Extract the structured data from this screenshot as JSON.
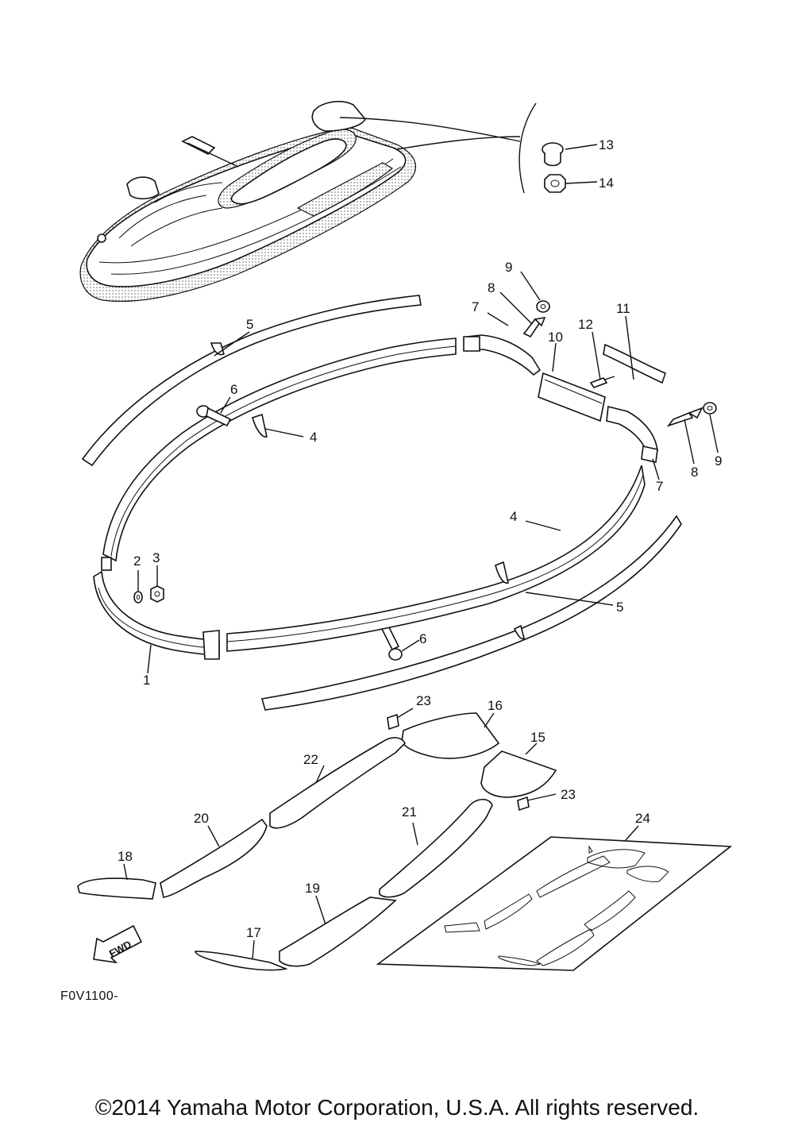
{
  "diagram": {
    "code": "F0V1100-",
    "fwd_label": "FWD",
    "copyright": "©2014 Yamaha Motor Corporation, U.S.A. All rights reserved.",
    "callouts": {
      "c1": "1",
      "c2": "2",
      "c3": "3",
      "c4a": "4",
      "c4b": "4",
      "c5a": "5",
      "c5b": "5",
      "c6a": "6",
      "c6b": "6",
      "c7a": "7",
      "c7b": "7",
      "c8a": "8",
      "c8b": "8",
      "c9a": "9",
      "c9b": "9",
      "c10": "10",
      "c11": "11",
      "c12": "12",
      "c13": "13",
      "c14": "14",
      "c15": "15",
      "c16": "16",
      "c17": "17",
      "c18": "18",
      "c19": "19",
      "c20": "20",
      "c21": "21",
      "c22": "22",
      "c23a": "23",
      "c23b": "23",
      "c24": "24"
    }
  }
}
